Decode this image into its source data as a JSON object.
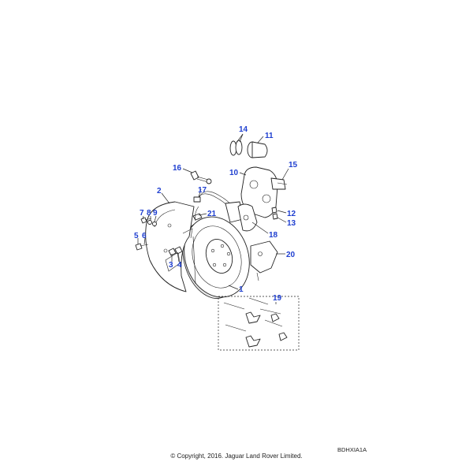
{
  "diagram": {
    "callouts": [
      "14",
      "11",
      "16",
      "10",
      "15",
      "2",
      "17",
      "7",
      "8",
      "9",
      "21",
      "12",
      "13",
      "5",
      "6",
      "18",
      "20",
      "3",
      "4",
      "1",
      "19"
    ]
  },
  "footer": {
    "ref_code": "BDHXIA1A",
    "copyright": "© Copyright, 2016. Jaguar Land Rover Limited."
  }
}
